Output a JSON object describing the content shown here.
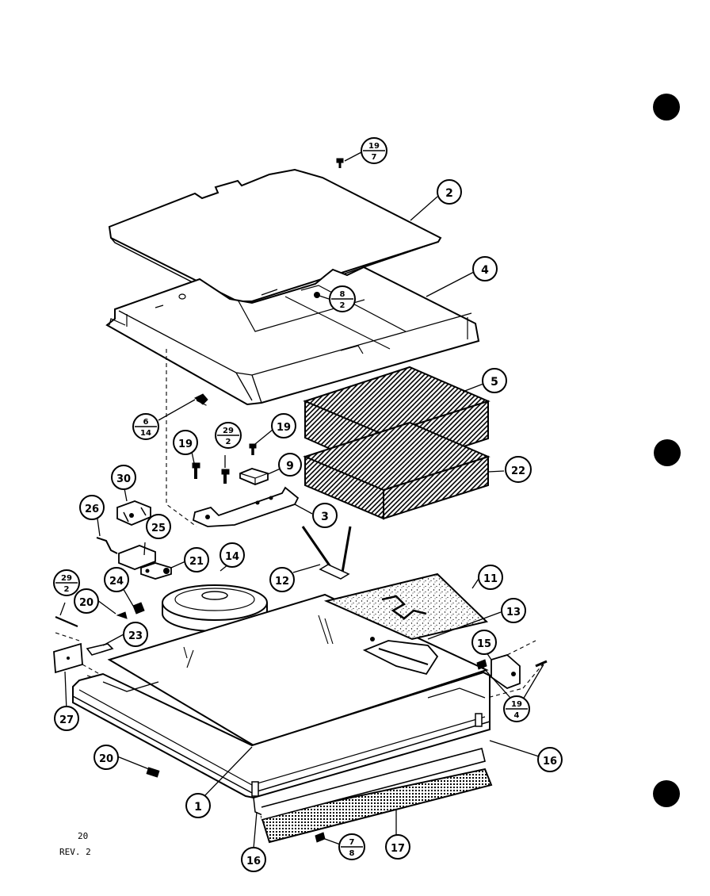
{
  "callouts": {
    "c1": "1",
    "c2": "2",
    "c3": "3",
    "c4": "4",
    "c5": "5",
    "c9": "9",
    "c11": "11",
    "c12": "12",
    "c13": "13",
    "c14": "14",
    "c15": "15",
    "c16a": "16",
    "c16b": "16",
    "c17": "17",
    "c19a": "19",
    "c19b": "19",
    "c20a": "20",
    "c20b": "20",
    "c21": "21",
    "c22": "22",
    "c23": "23",
    "c24": "24",
    "c25": "25",
    "c26": "26",
    "c27": "27",
    "c30": "30"
  },
  "fraction_callouts": {
    "f19_7": {
      "num": "19",
      "den": "7"
    },
    "f8_2": {
      "num": "8",
      "den": "2"
    },
    "f6_14": {
      "num": "6",
      "den": "14"
    },
    "f29_2a": {
      "num": "29",
      "den": "2"
    },
    "f29_2b": {
      "num": "29",
      "den": "2"
    },
    "f19_4": {
      "num": "19",
      "den": "4"
    },
    "f7_8": {
      "num": "7",
      "den": "8"
    }
  },
  "footer": {
    "page_number": "20",
    "revision": "REV. 2"
  },
  "colors": {
    "ink": "#000000",
    "paper": "#ffffff"
  }
}
